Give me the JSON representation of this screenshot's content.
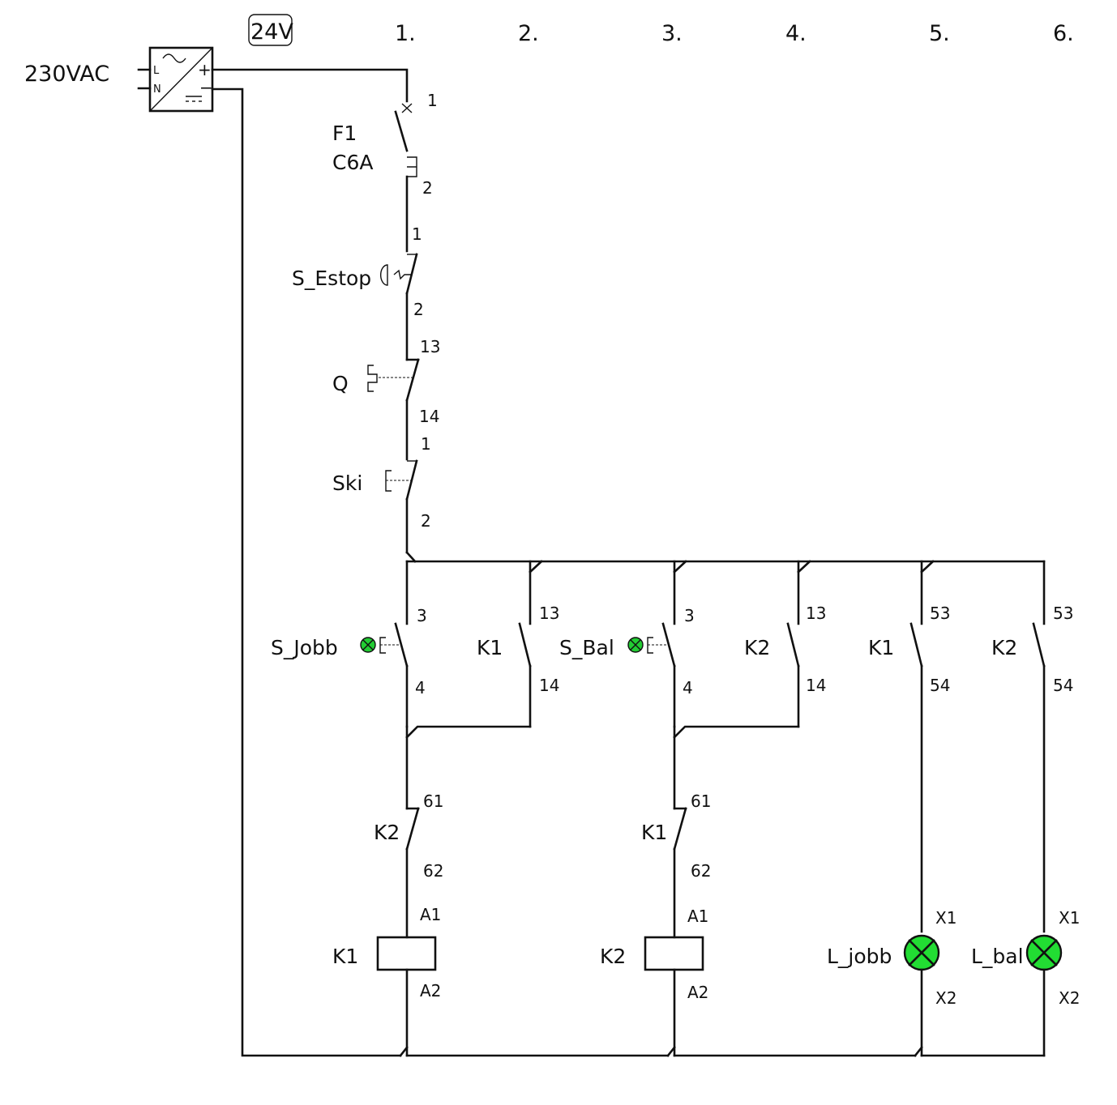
{
  "supply": {
    "input_label": "230VAC",
    "output_label": "24V",
    "terminal_l": "L",
    "terminal_n": "N",
    "terminal_plus": "+",
    "terminal_minus": "−"
  },
  "columns": [
    "1.",
    "2.",
    "3.",
    "4.",
    "5.",
    "6."
  ],
  "devices": {
    "f1": {
      "name": "F1",
      "rating": "C6A",
      "pin_top": "1",
      "pin_bottom": "2"
    },
    "estop": {
      "name": "S_Estop",
      "pin_top": "1",
      "pin_bottom": "2"
    },
    "q": {
      "name": "Q",
      "pin_top": "13",
      "pin_bottom": "14"
    },
    "ski": {
      "name": "Ski",
      "pin_top": "1",
      "pin_bottom": "2"
    },
    "s_jobb": {
      "name": "S_Jobb",
      "pin_top": "3",
      "pin_bottom": "4"
    },
    "k1_hold": {
      "name": "K1",
      "pin_top": "13",
      "pin_bottom": "14"
    },
    "s_bal": {
      "name": "S_Bal",
      "pin_top": "3",
      "pin_bottom": "4"
    },
    "k2_hold": {
      "name": "K2",
      "pin_top": "13",
      "pin_bottom": "14"
    },
    "k1_lamp": {
      "name": "K1",
      "pin_top": "53",
      "pin_bottom": "54"
    },
    "k2_lamp": {
      "name": "K2",
      "pin_top": "53",
      "pin_bottom": "54"
    },
    "k2_interlock": {
      "name": "K2",
      "pin_top": "61",
      "pin_bottom": "62"
    },
    "k1_interlock": {
      "name": "K1",
      "pin_top": "61",
      "pin_bottom": "62"
    },
    "k1_coil": {
      "name": "K1",
      "pin_top": "A1",
      "pin_bottom": "A2"
    },
    "k2_coil": {
      "name": "K2",
      "pin_top": "A1",
      "pin_bottom": "A2"
    },
    "l_jobb": {
      "name": "L_jobb",
      "pin_top": "X1",
      "pin_bottom": "X2"
    },
    "l_bal": {
      "name": "L_bal",
      "pin_top": "X1",
      "pin_bottom": "X2"
    }
  },
  "colors": {
    "wire": "#111111",
    "lamp_fill": "#22dd33",
    "button_fill": "#22cc33"
  }
}
